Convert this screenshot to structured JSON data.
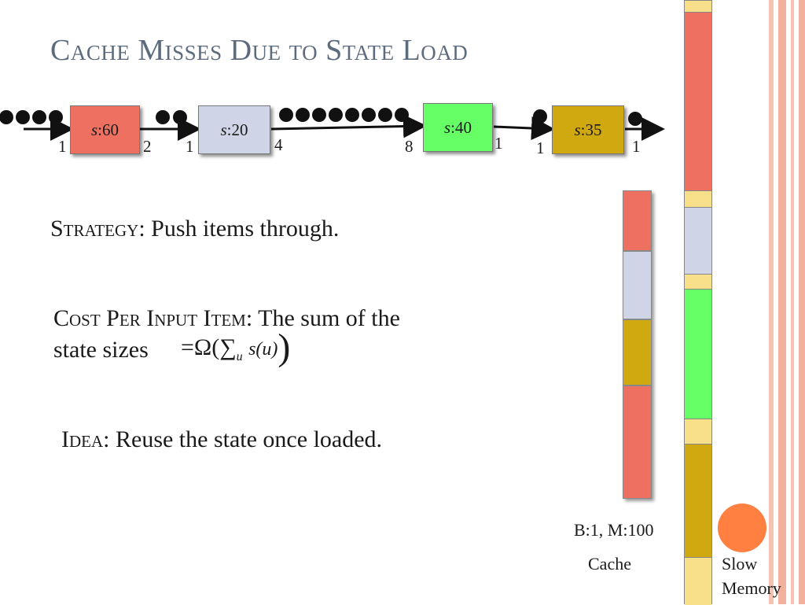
{
  "colors": {
    "red": "#ee7060",
    "lavender": "#cfd5e6",
    "green": "#66ff66",
    "gold": "#d0a810",
    "pale_yellow": "#f8e08a",
    "orange": "#ff8040",
    "title": "#5c6b7d",
    "stripe": "#f5b9a5"
  },
  "title": "Cache Misses Due to State Load",
  "pipeline": {
    "nodes": [
      {
        "prefix": "s",
        "value": ":60",
        "color": "red"
      },
      {
        "prefix": "s",
        "value": ":20",
        "color": "lavender"
      },
      {
        "prefix": "s",
        "value": ":40",
        "color": "green"
      },
      {
        "prefix": "s",
        "value": ":35",
        "color": "gold"
      }
    ],
    "rates": [
      "1",
      "2",
      "1",
      "4",
      "8",
      "1",
      "1",
      "1"
    ],
    "dot_groups": [
      4,
      2,
      8,
      1,
      1
    ]
  },
  "strategy": {
    "label": "Strategy",
    "text": ": Push items through."
  },
  "cost": {
    "label": "Cost Per Input Item",
    "text": ": The sum of the",
    "line2": "state sizes",
    "formula": "=Ω(∑",
    "sub": "u",
    "term": "s(u)",
    "close": ")"
  },
  "idea": {
    "label": "Idea",
    "text": ": Reuse the state once loaded."
  },
  "cache": {
    "params": "B:1, M:100",
    "label": "Cache",
    "segments": [
      "red",
      "lavender",
      "gold",
      "red"
    ]
  },
  "slow_memory": {
    "label_line1": "Slow",
    "label_line2": "Memory",
    "segments": [
      "pale_yellow",
      "red",
      "pale_yellow",
      "lavender",
      "pale_yellow",
      "green",
      "pale_yellow",
      "gold",
      "pale_yellow"
    ]
  }
}
